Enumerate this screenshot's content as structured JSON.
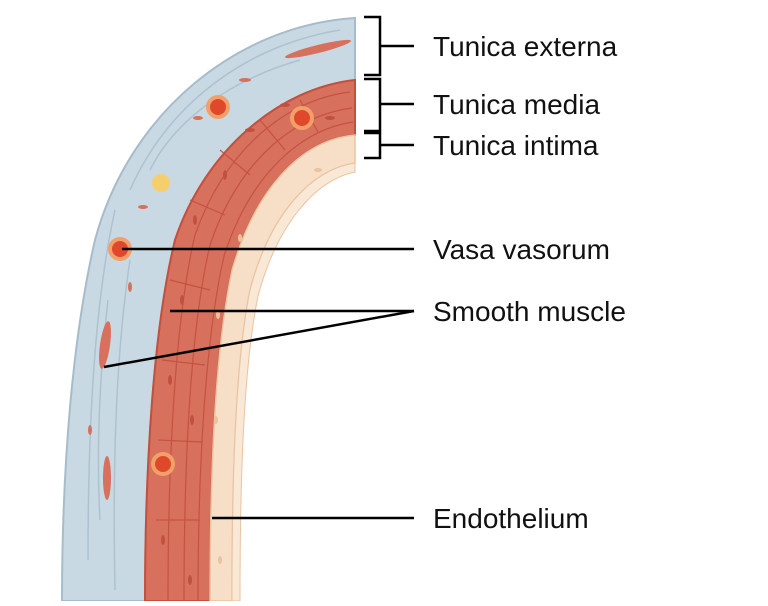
{
  "diagram": {
    "layers": [
      {
        "key": "externa",
        "label": "Tunica externa"
      },
      {
        "key": "media",
        "label": "Tunica media"
      },
      {
        "key": "intima",
        "label": "Tunica intima"
      }
    ],
    "callouts": [
      {
        "key": "vasa",
        "label": "Vasa vasorum"
      },
      {
        "key": "smooth",
        "label": "Smooth muscle"
      },
      {
        "key": "endo",
        "label": "Endothelium"
      }
    ]
  },
  "colors": {
    "externa": "#c9d9e4",
    "externa_edge": "#a7bccb",
    "media": "#d7705c",
    "media_dark": "#c2503e",
    "intima": "#f6dec7",
    "intima_edge": "#eac3a1",
    "endothelium": "#f9e8d6",
    "vessel_red": "#e0482c",
    "vessel_ring": "#f2a06a",
    "vessel_yellow": "#f5cf6e",
    "leader": "#000000"
  }
}
